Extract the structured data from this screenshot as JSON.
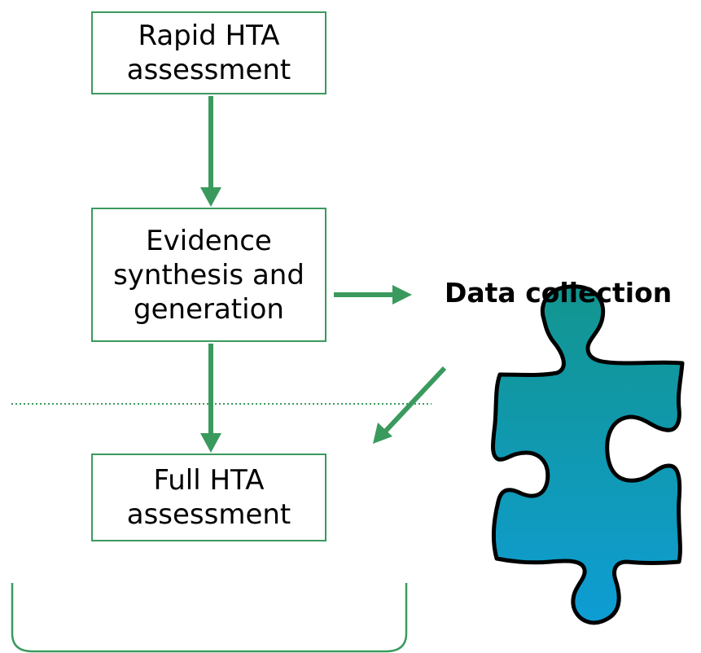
{
  "boxes": {
    "rapid": {
      "line1": "Rapid HTA",
      "line2": "assessment"
    },
    "evidence": {
      "line1": "Evidence",
      "line2": "synthesis and",
      "line3": "generation"
    },
    "full": {
      "line1": "Full HTA",
      "line2": "assessment"
    }
  },
  "data_collection": {
    "label": "Data collection",
    "icon": "puzzle-piece-icon"
  },
  "colors": {
    "arrow": "#3a9a5e",
    "box_border": "#3a9a5e",
    "divider": "#3a9a5e",
    "puzzle_top": "#12958f",
    "puzzle_bottom": "#0e9dd4",
    "puzzle_outline": "#000000"
  }
}
